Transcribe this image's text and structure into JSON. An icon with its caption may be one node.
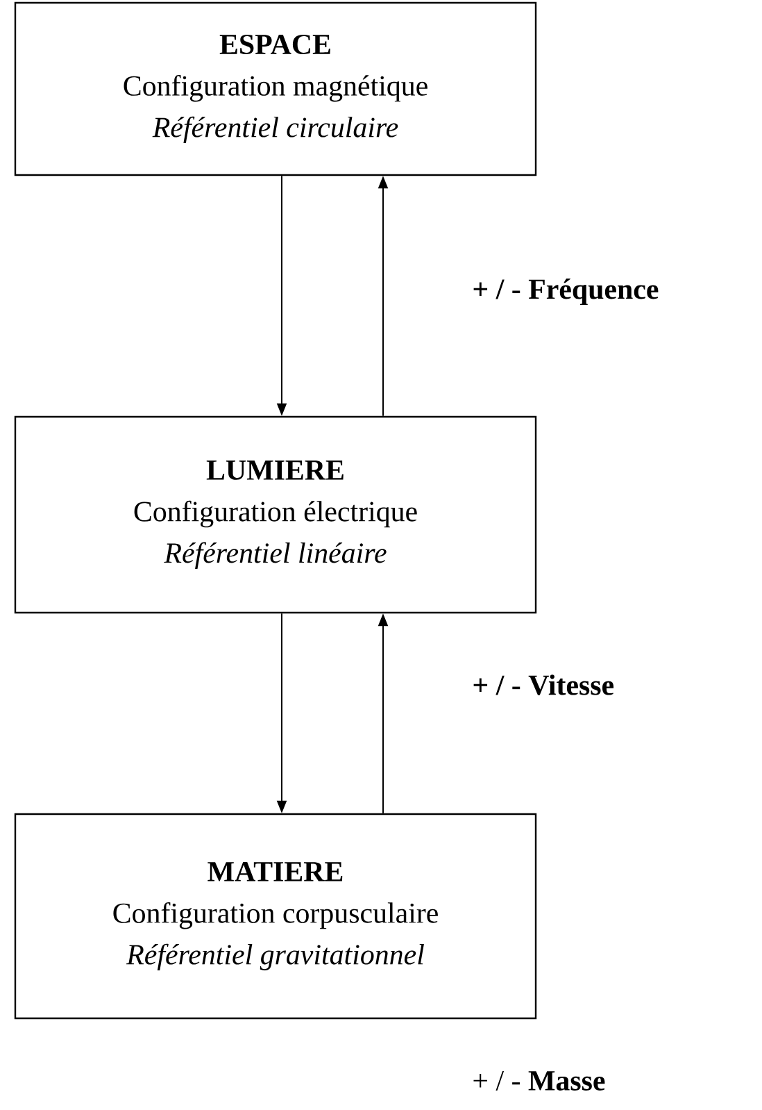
{
  "diagram": {
    "nodes": [
      {
        "text": [
          "ESPACE",
          "Configuration magnétique",
          "Référentiel circulaire"
        ]
      },
      {
        "text": [
          "LUMIERE",
          "Configuration électrique",
          "Référentiel linéaire"
        ]
      },
      {
        "text": [
          "MATIERE",
          "Configuration corpusculaire",
          "Référentiel gravitationnel"
        ]
      }
    ],
    "edges": [
      {
        "from": 0,
        "to": 1,
        "arrow": "to"
      },
      {
        "from": 1,
        "to": 0,
        "arrow": "to"
      },
      {
        "from": 1,
        "to": 2,
        "arrow": "to"
      },
      {
        "from": 2,
        "to": 1,
        "arrow": "to"
      }
    ],
    "labels": [
      "+ / - Fréquence",
      "+ / - Vitesse",
      "+ / - **Masse**"
    ]
  }
}
